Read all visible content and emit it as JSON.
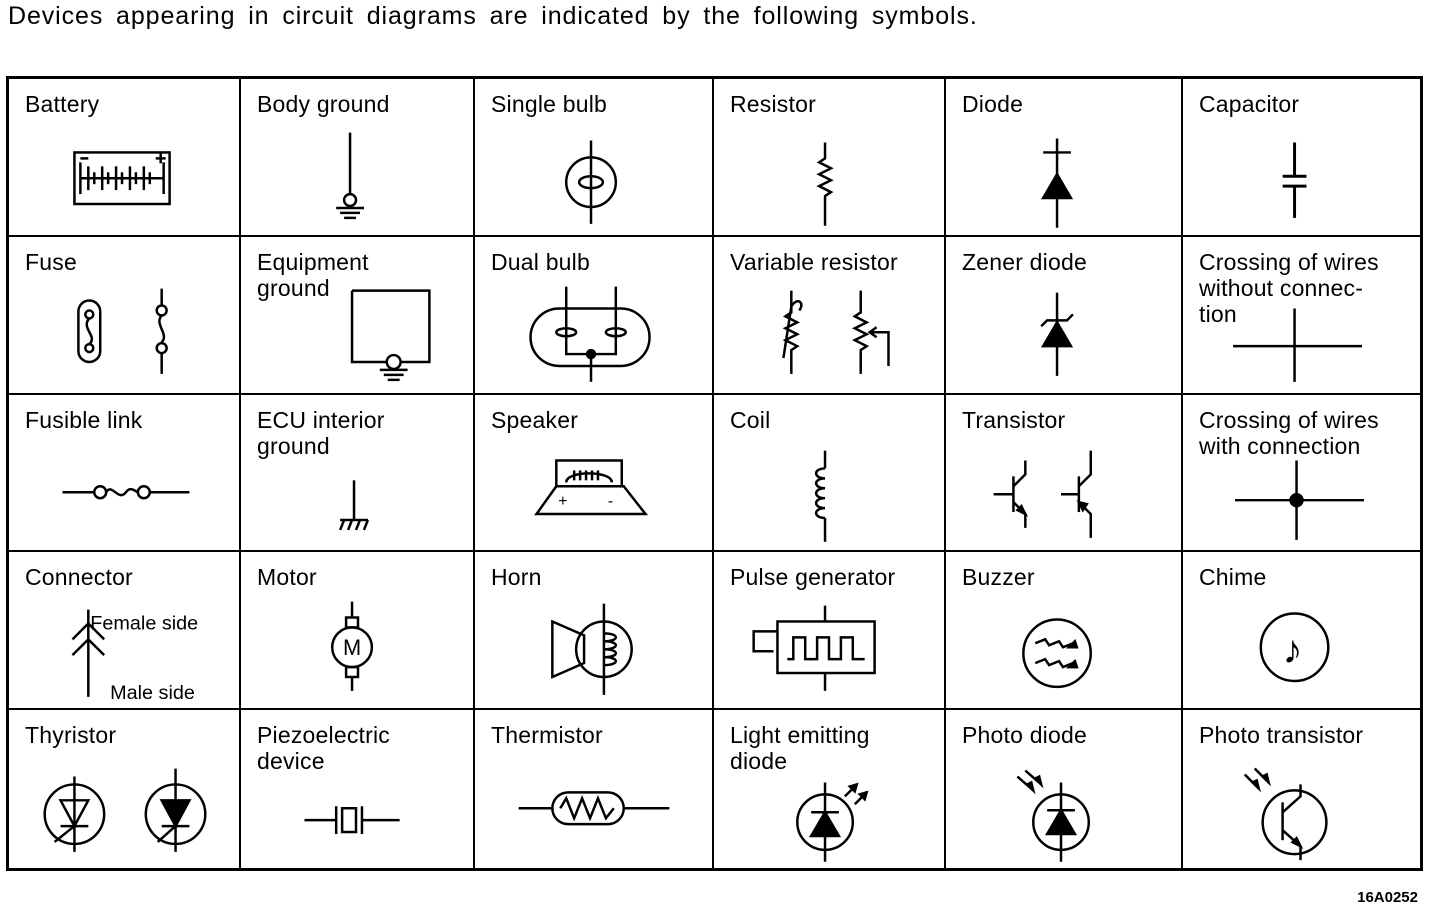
{
  "intro": "Devices appearing in circuit diagrams are indicated by the following symbols.",
  "code": "16A0252",
  "cells": [
    {
      "label": "Battery",
      "icon": "battery-icon"
    },
    {
      "label": "Body ground",
      "icon": "body-ground-icon"
    },
    {
      "label": "Single bulb",
      "icon": "single-bulb-icon"
    },
    {
      "label": "Resistor",
      "icon": "resistor-icon"
    },
    {
      "label": "Diode",
      "icon": "diode-icon"
    },
    {
      "label": "Capacitor",
      "icon": "capacitor-icon"
    },
    {
      "label": "Fuse",
      "icon": "fuse-icon"
    },
    {
      "label": "Equipment\nground",
      "icon": "equipment-ground-icon"
    },
    {
      "label": "Dual bulb",
      "icon": "dual-bulb-icon"
    },
    {
      "label": "Variable resistor",
      "icon": "variable-resistor-icon"
    },
    {
      "label": "Zener diode",
      "icon": "zener-diode-icon"
    },
    {
      "label": "Crossing of wires\nwithout connec-\ntion",
      "icon": "wire-crossing-icon"
    },
    {
      "label": "Fusible link",
      "icon": "fusible-link-icon"
    },
    {
      "label": "ECU interior\nground",
      "icon": "ecu-ground-icon"
    },
    {
      "label": "Speaker",
      "icon": "speaker-icon"
    },
    {
      "label": "Coil",
      "icon": "coil-icon"
    },
    {
      "label": "Transistor",
      "icon": "transistor-icon"
    },
    {
      "label": "Crossing of wires\nwith connection",
      "icon": "wire-junction-icon"
    },
    {
      "label": "Connector",
      "icon": "connector-icon",
      "female": "Female  side",
      "male": "Male  side"
    },
    {
      "label": "Motor",
      "icon": "motor-icon",
      "letter": "M"
    },
    {
      "label": "Horn",
      "icon": "horn-icon"
    },
    {
      "label": "Pulse generator",
      "icon": "pulse-generator-icon"
    },
    {
      "label": "Buzzer",
      "icon": "buzzer-icon"
    },
    {
      "label": "Chime",
      "icon": "chime-icon",
      "glyph": "♪"
    },
    {
      "label": "Thyristor",
      "icon": "thyristor-icon"
    },
    {
      "label": "Piezoelectric\ndevice",
      "icon": "piezo-icon"
    },
    {
      "label": "Thermistor",
      "icon": "thermistor-icon"
    },
    {
      "label": "Light emitting\ndiode",
      "icon": "led-icon"
    },
    {
      "label": "Photo diode",
      "icon": "photo-diode-icon"
    },
    {
      "label": "Photo transistor",
      "icon": "photo-transistor-icon"
    }
  ]
}
